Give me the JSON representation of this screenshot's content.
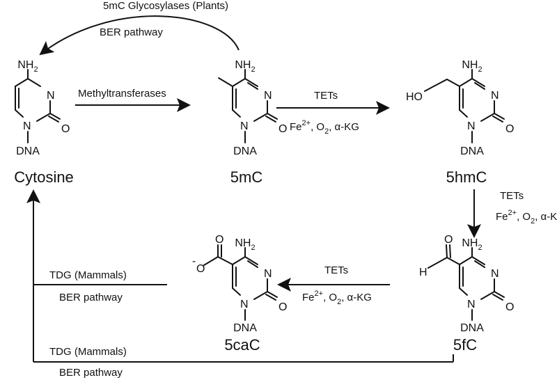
{
  "molecules": {
    "cytosine": {
      "name": "Cytosine"
    },
    "mc5": {
      "name": "5mC"
    },
    "hmc5": {
      "name": "5hmC",
      "substituent": "HO"
    },
    "fc5": {
      "name": "5fC",
      "substituent_h": "H",
      "substituent_o": "O"
    },
    "cac5": {
      "name": "5caC",
      "substituent_o": "O",
      "charge": "-"
    }
  },
  "atoms": {
    "nh2": "NH",
    "nh2_sub": "2",
    "n": "N",
    "o": "O",
    "dna": "DNA"
  },
  "arrows": {
    "top_curve": {
      "label1": "5mC Glycosylases (Plants)",
      "label2": "BER pathway"
    },
    "methylation": {
      "label": "Methyltransferases"
    },
    "tet_1": {
      "label": "TETs"
    },
    "tet_2": {
      "label": "TETs"
    },
    "tet_3": {
      "label": "TETs"
    },
    "tdg_upper": {
      "label1": "TDG (Mammals)",
      "label2": "BER pathway"
    },
    "tdg_lower": {
      "label1": "TDG (Mammals)",
      "label2": "BER pathway"
    }
  },
  "cofactors": {
    "fe": "Fe",
    "fe_sup": "2+",
    "o2": ", O",
    "o2_sub": "2",
    "akg": ", α-KG"
  }
}
